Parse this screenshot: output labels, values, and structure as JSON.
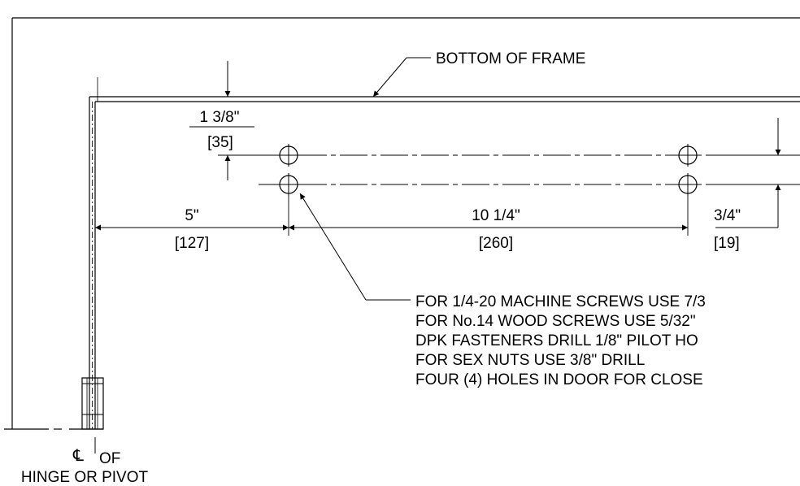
{
  "labels": {
    "bottom_of_frame": "BOTTOM OF FRAME",
    "dim_top_offset_in": "1 3/8\"",
    "dim_top_offset_mm": "[35]",
    "dim_left_in": "5\"",
    "dim_left_mm": "[127]",
    "dim_mid_in": "10 1/4\"",
    "dim_mid_mm": "[260]",
    "dim_right_in": "3/4\"",
    "dim_right_mm": "[19]",
    "centerline_symbol": "℄",
    "centerline_of": "OF",
    "hinge_or_pivot": "HINGE OR PIVOT"
  },
  "notes": [
    "FOR 1/4-20 MACHINE SCREWS USE 7/3",
    "FOR No.14 WOOD SCREWS USE 5/32\"",
    "DPK FASTENERS DRILL 1/8\"  PILOT HO",
    "FOR SEX NUTS USE 3/8\" DRILL",
    "FOUR (4) HOLES IN DOOR FOR CLOSE"
  ]
}
